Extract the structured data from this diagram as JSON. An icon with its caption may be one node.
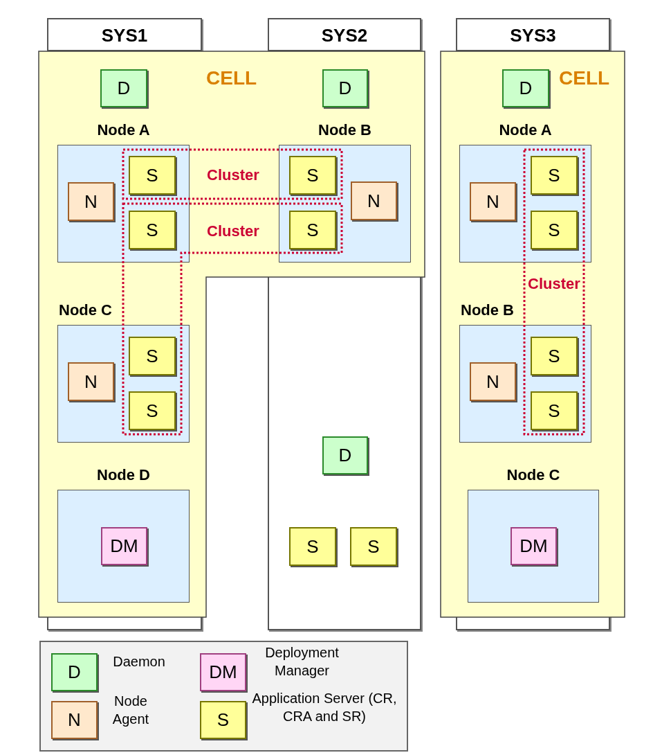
{
  "diagram": {
    "nodes": [
      {
        "text": [
          "SYS1"
        ]
      },
      {
        "text": [
          "SYS2"
        ]
      },
      {
        "text": [
          "SYS3"
        ]
      },
      {
        "text": [
          "CELL"
        ]
      },
      {
        "text": [
          "D"
        ],
        "in": 3
      },
      {
        "text": [
          "D"
        ],
        "in": 3
      },
      {
        "text": [
          "Node A"
        ],
        "in": 3
      },
      {
        "text": [
          "N"
        ],
        "in": 6
      },
      {
        "text": [
          "S"
        ]
      },
      {
        "text": [
          "S"
        ]
      },
      {
        "text": [
          "Node B"
        ],
        "in": 3
      },
      {
        "text": [
          "S"
        ]
      },
      {
        "text": [
          "S"
        ]
      },
      {
        "text": [
          "N"
        ],
        "in": 10
      },
      {
        "text": [
          "Cluster"
        ],
        "in": 3
      },
      {
        "text": [
          "Cluster"
        ],
        "in": 3
      },
      {
        "text": [
          "Node C"
        ],
        "in": 3
      },
      {
        "text": [
          "N"
        ],
        "in": 16
      },
      {
        "text": [
          "S"
        ]
      },
      {
        "text": [
          "S"
        ]
      },
      {
        "text": [
          "Node D"
        ],
        "in": 3
      },
      {
        "text": [
          "DM"
        ],
        "in": 20
      },
      {
        "text": [
          "D"
        ]
      },
      {
        "text": [
          "S"
        ]
      },
      {
        "text": [
          "S"
        ]
      },
      {
        "text": [
          "CELL"
        ]
      },
      {
        "text": [
          "D"
        ],
        "in": 25
      },
      {
        "text": [
          "Node A"
        ],
        "in": 25
      },
      {
        "text": [
          "N"
        ],
        "in": 27
      },
      {
        "text": [
          "S"
        ]
      },
      {
        "text": [
          "S"
        ]
      },
      {
        "text": [
          "Cluster"
        ],
        "in": 25
      },
      {
        "text": [
          "Node B"
        ],
        "in": 25
      },
      {
        "text": [
          "N"
        ],
        "in": 32
      },
      {
        "text": [
          "S"
        ]
      },
      {
        "text": [
          "S"
        ]
      },
      {
        "text": [
          "Node C"
        ],
        "in": 25
      },
      {
        "text": [
          "DM"
        ],
        "in": 36
      }
    ],
    "labels": [
      "D",
      "DM",
      "N",
      "S"
    ],
    "legend": [
      {
        "text": "Daemon",
        "color": "#ccffcc"
      },
      {
        "text": "Deployment Manager",
        "color": "#ffd6f5"
      },
      {
        "text": "Node Agent",
        "color": "#ffe8cc"
      },
      {
        "text": "Application Server (CR, CRA and SR)",
        "color": "#ffff99"
      }
    ]
  }
}
